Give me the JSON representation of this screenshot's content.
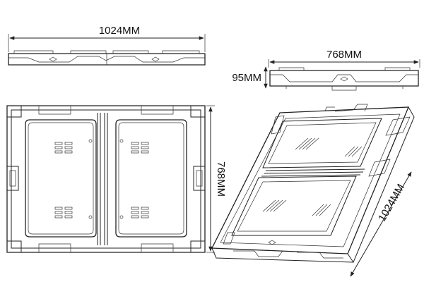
{
  "dimensions": {
    "top_width": "1024MM",
    "side_width": "768MM",
    "side_depth": "95MM",
    "front_height": "768MM",
    "iso_length": "1024MM"
  },
  "colors": {
    "line": "#222222",
    "background": "#ffffff"
  }
}
